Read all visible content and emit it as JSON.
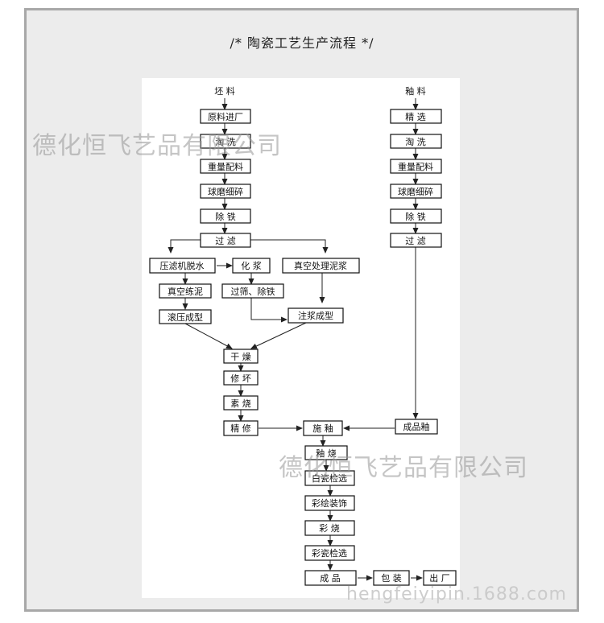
{
  "title": "/* 陶瓷工艺生产流程 */",
  "columns": {
    "body": "坯 料",
    "glaze": "釉 料"
  },
  "watermarks": {
    "company_1": "德化恒飞艺品有限公司",
    "company_2": "德化恒飞艺品有限公司",
    "site": "hengfeiyipin.1688.com"
  },
  "nodes": {
    "raw_in": "原料进厂",
    "wash": "淘  洗",
    "weigh": "重量配料",
    "ballmill": "球磨细碎",
    "deiron": "除  铁",
    "filter": "过  滤",
    "press": "压滤机脱水",
    "slurry": "化 浆",
    "vacuum_slip": "真空处理泥浆",
    "vacuum_mud": "真空练泥",
    "sieve": "过筛、除铁",
    "roll": "滚压成型",
    "casting": "注浆成型",
    "dry": "干 燥",
    "trim": "修 坏",
    "bisque": "素 烧",
    "refine": "精 修",
    "g_select": "精    选",
    "g_wash": "淘    洗",
    "g_weigh": "重量配料",
    "g_ballmill": "球磨细碎",
    "g_deiron": "除    铁",
    "g_filter": "过    滤",
    "g_product": "成品釉",
    "apply": "施 釉",
    "glaze_fire": "釉 烧",
    "white_check": "白瓷检选",
    "decorate": "彩绘装饰",
    "color_fire": "彩   烧",
    "color_check": "彩瓷检选",
    "finished": "成     品",
    "pack": "包 装",
    "ship": "出 厂"
  }
}
